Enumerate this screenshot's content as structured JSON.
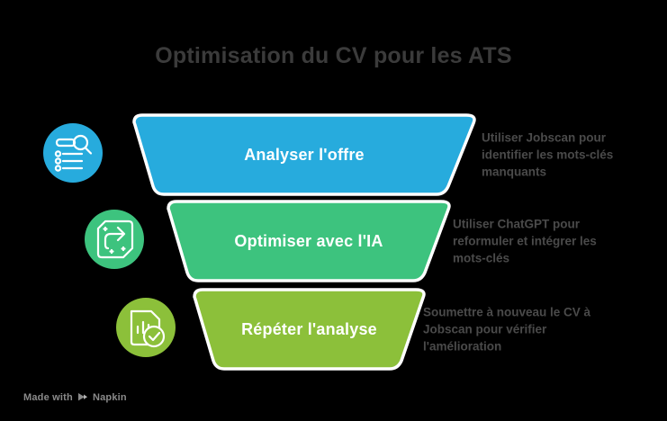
{
  "page": {
    "title": "Optimisation du CV pour les ATS",
    "background_color": "#000000",
    "title_color": "#3b3b3b"
  },
  "funnel": {
    "type": "funnel",
    "steps": [
      {
        "label": "Analyser l'offre",
        "description": "Utiliser Jobscan pour identifier les mots-clés manquants",
        "color": "#27abdd",
        "icon": "list-search-icon"
      },
      {
        "label": "Optimiser avec l'IA",
        "description": "Utiliser ChatGPT pour reformuler et intégrer les mots-clés",
        "color": "#3dc37e",
        "icon": "ai-tag-arrow-icon"
      },
      {
        "label": "Répéter l'analyse",
        "description": "Soumettre à nouveau le CV à Jobscan pour vérifier l'amélioration",
        "color": "#8cc03a",
        "icon": "document-chart-check-icon"
      }
    ]
  },
  "watermark": {
    "prefix": "Made with",
    "brand": "Napkin"
  }
}
